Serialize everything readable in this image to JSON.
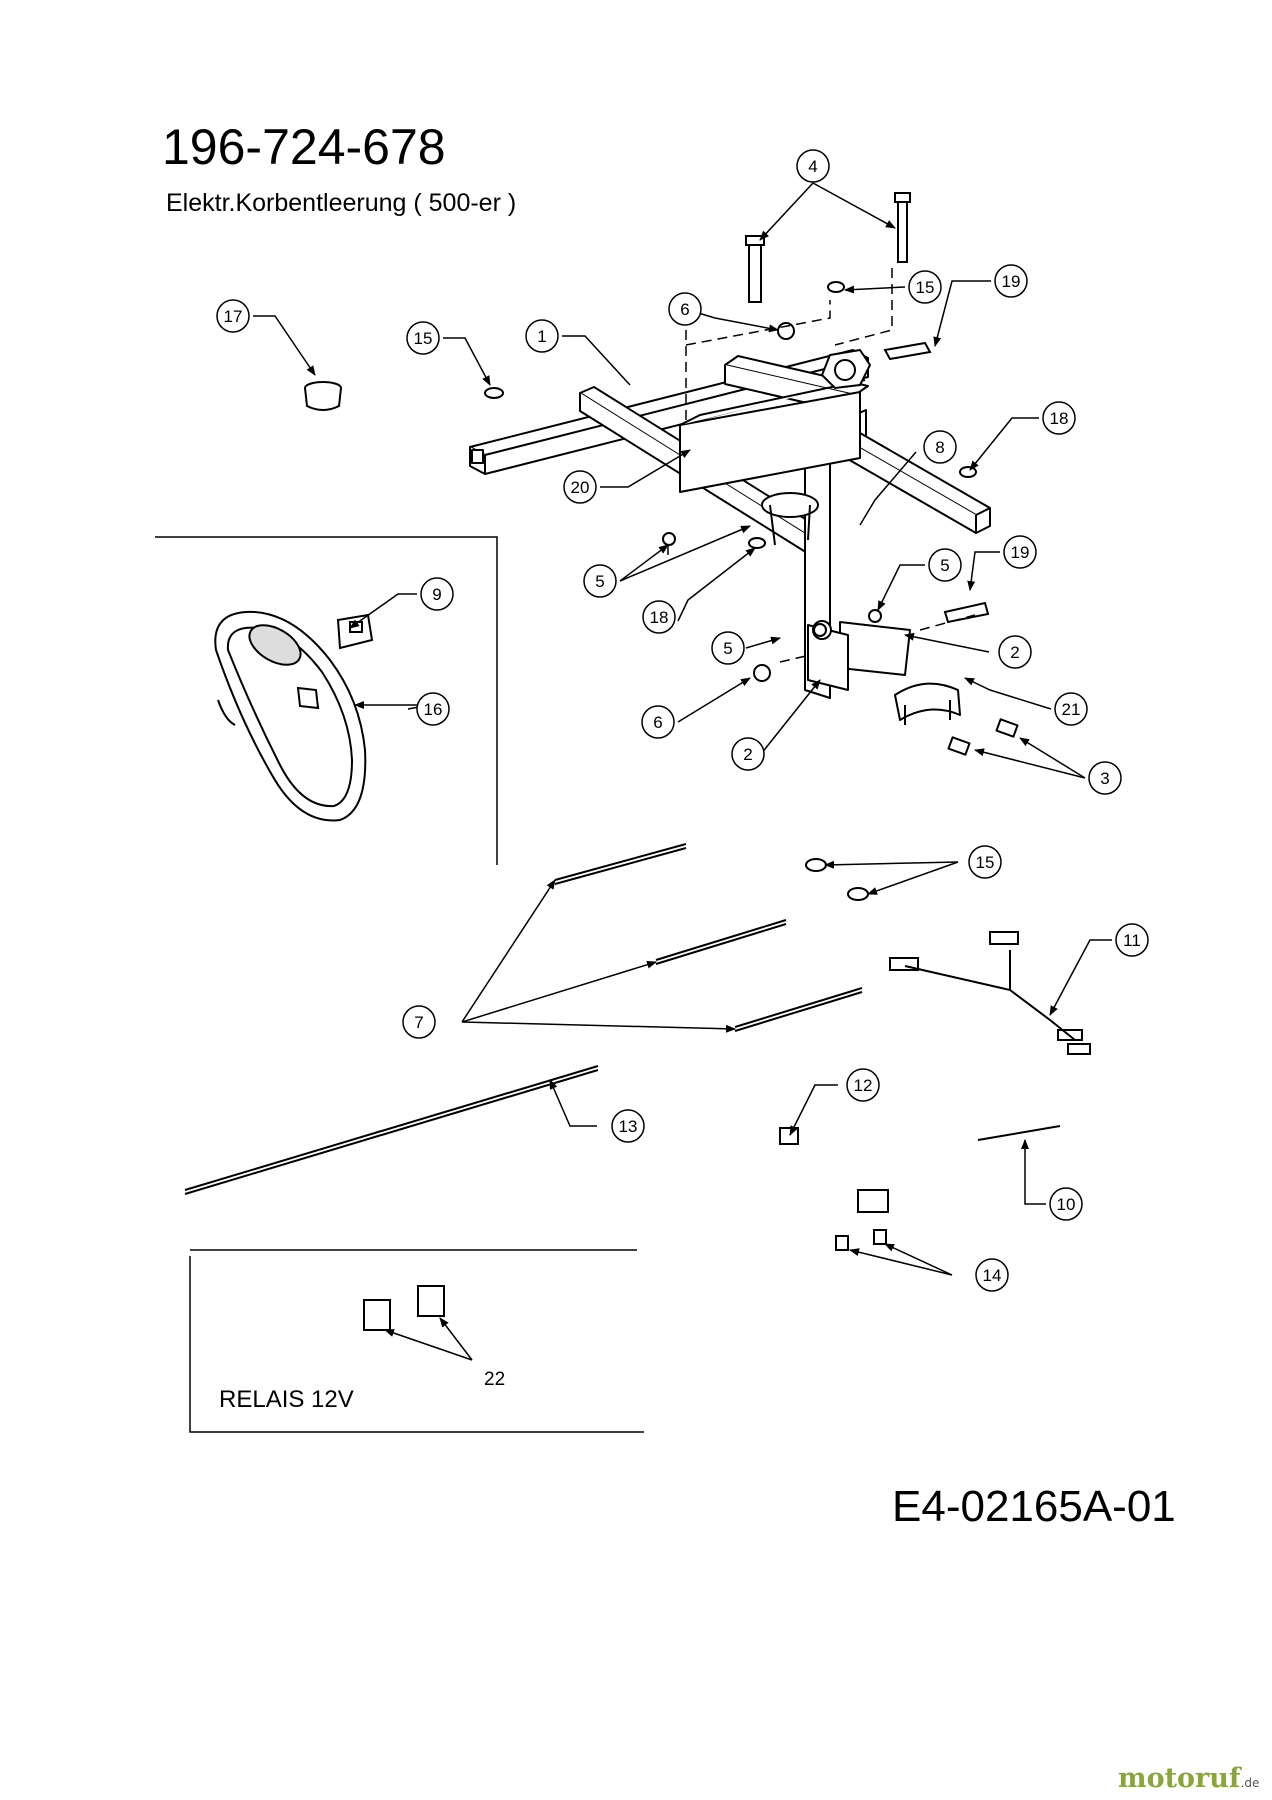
{
  "diagram": {
    "title": "196-724-678",
    "subtitle": "Elektr.Korbentleerung ( 500-er )",
    "document_number": "E4-02165A-01",
    "relay_box_label": "RELAIS 12V",
    "relay_part_number": "22",
    "watermark": {
      "brand": "motoruf",
      "tld": ".de",
      "color": "#8aa63a"
    },
    "callouts": [
      {
        "id": "c4",
        "label": "4"
      },
      {
        "id": "c15a",
        "label": "15"
      },
      {
        "id": "c19a",
        "label": "19"
      },
      {
        "id": "c6a",
        "label": "6"
      },
      {
        "id": "c17",
        "label": "17"
      },
      {
        "id": "c15b",
        "label": "15"
      },
      {
        "id": "c1",
        "label": "1"
      },
      {
        "id": "c18a",
        "label": "18"
      },
      {
        "id": "c8",
        "label": "8"
      },
      {
        "id": "c20",
        "label": "20"
      },
      {
        "id": "c19b",
        "label": "19"
      },
      {
        "id": "c9",
        "label": "9"
      },
      {
        "id": "c5a",
        "label": "5"
      },
      {
        "id": "c5b",
        "label": "5"
      },
      {
        "id": "c18b",
        "label": "18"
      },
      {
        "id": "c5c",
        "label": "5"
      },
      {
        "id": "c2a",
        "label": "2"
      },
      {
        "id": "c16",
        "label": "16"
      },
      {
        "id": "c21",
        "label": "21"
      },
      {
        "id": "c6b",
        "label": "6"
      },
      {
        "id": "c2b",
        "label": "2"
      },
      {
        "id": "c3",
        "label": "3"
      },
      {
        "id": "c15c",
        "label": "15"
      },
      {
        "id": "c11",
        "label": "11"
      },
      {
        "id": "c7",
        "label": "7"
      },
      {
        "id": "c12",
        "label": "12"
      },
      {
        "id": "c13",
        "label": "13"
      },
      {
        "id": "c10",
        "label": "10"
      },
      {
        "id": "c14",
        "label": "14"
      }
    ]
  }
}
